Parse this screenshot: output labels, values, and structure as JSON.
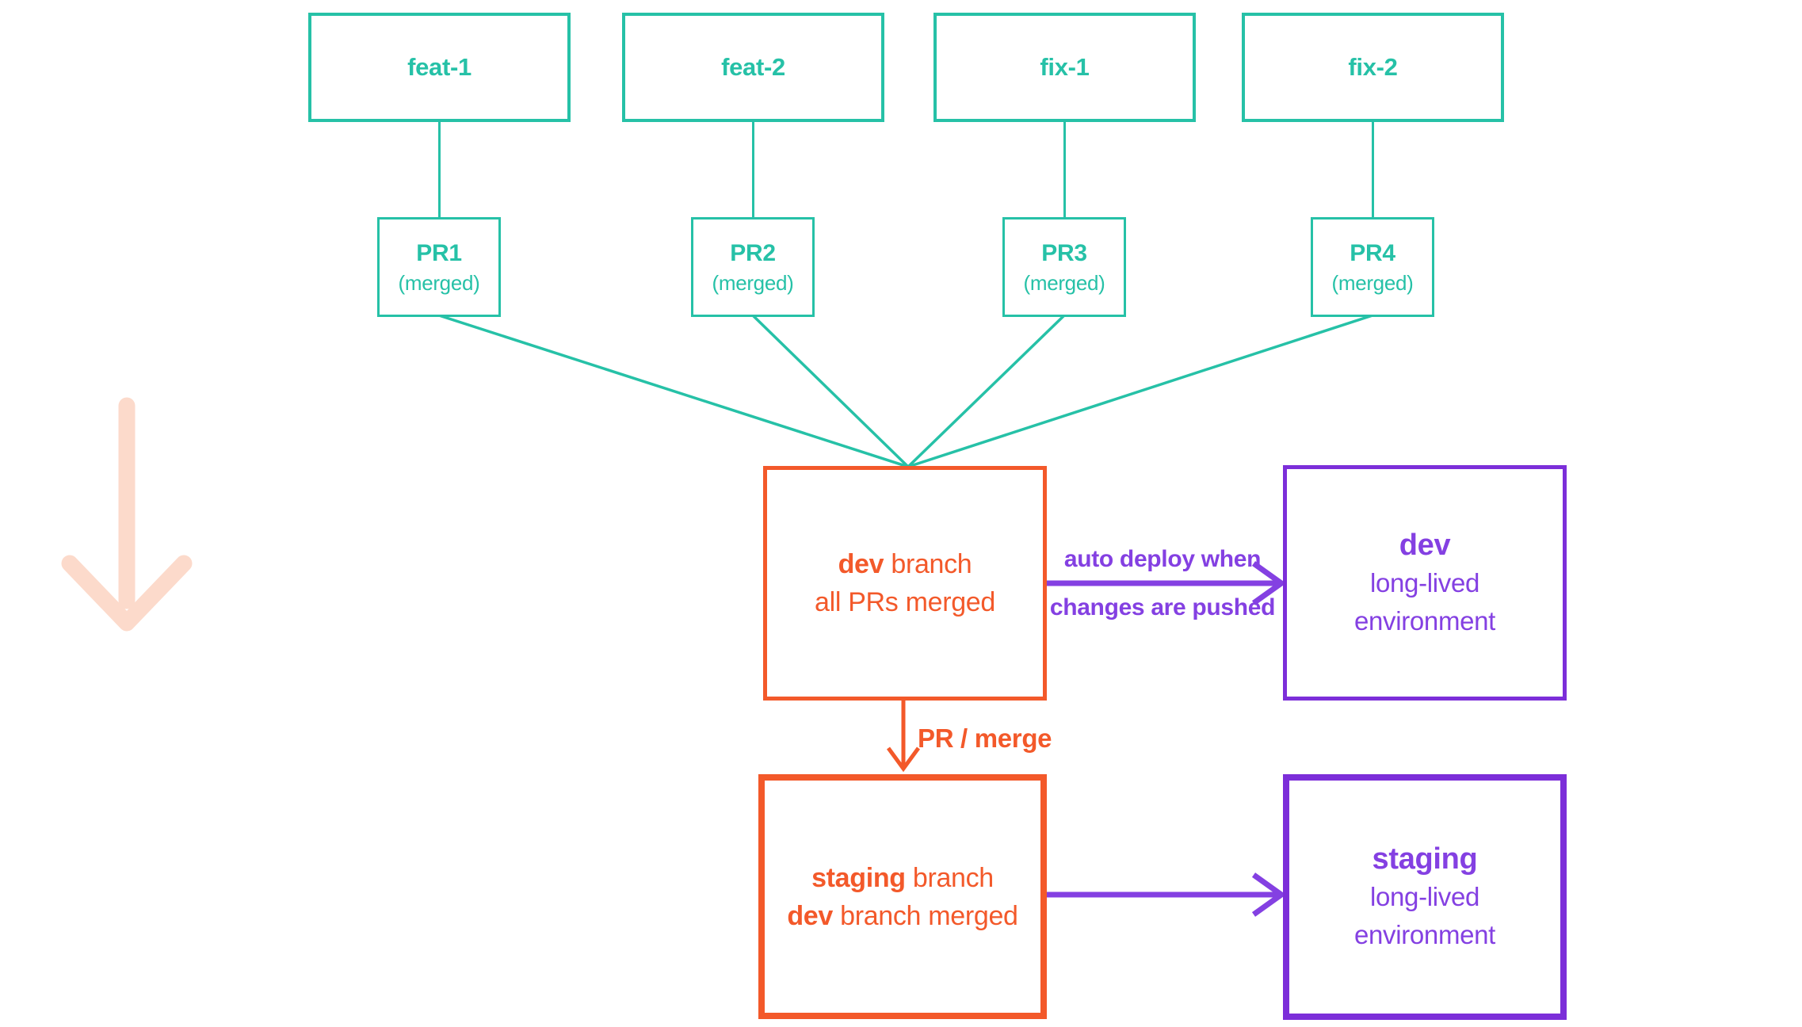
{
  "colors": {
    "teal": "#26c1a7",
    "orange": "#f3592a",
    "purple": "#7c2ed9",
    "purple_light": "#8440e2",
    "pink": "#fcdacb"
  },
  "branches": [
    {
      "label": "feat-1"
    },
    {
      "label": "feat-2"
    },
    {
      "label": "fix-1"
    },
    {
      "label": "fix-2"
    }
  ],
  "prs": [
    {
      "label": "PR1",
      "status": "(merged)"
    },
    {
      "label": "PR2",
      "status": "(merged)"
    },
    {
      "label": "PR3",
      "status": "(merged)"
    },
    {
      "label": "PR4",
      "status": "(merged)"
    }
  ],
  "dev_branch": {
    "name": "dev",
    "name_suffix": " branch",
    "subtitle": "all PRs merged"
  },
  "dev_env": {
    "name": "dev",
    "line1": "long-lived",
    "line2": "environment"
  },
  "staging_branch": {
    "name": "staging",
    "name_suffix": " branch",
    "subtitle_prefix": "dev",
    "subtitle_suffix": " branch merged"
  },
  "staging_env": {
    "name": "staging",
    "line1": "long-lived",
    "line2": "environment"
  },
  "arrows": {
    "auto_deploy_line1": "auto deploy when",
    "auto_deploy_line2": "changes are pushed",
    "pr_merge": "PR / merge"
  }
}
